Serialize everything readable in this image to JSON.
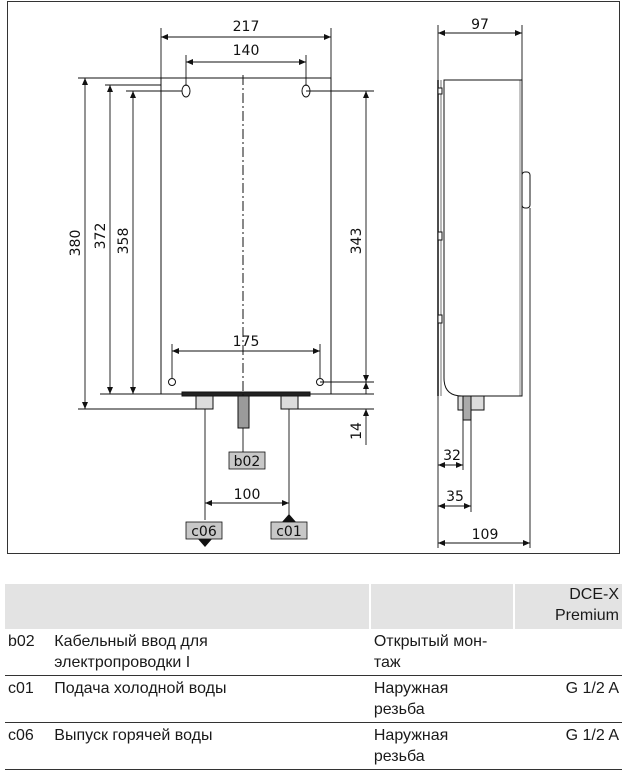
{
  "drawing": {
    "front_dims": {
      "width_total": "217",
      "hole_spacing_top": "140",
      "hole_spacing_bottom": "175",
      "connection_spacing": "100",
      "height_total": "380",
      "height_372": "372",
      "height_358": "358",
      "height_343": "343",
      "height_14": "14"
    },
    "side_dims": {
      "depth_top": "97",
      "offset_32": "32",
      "offset_35": "35",
      "depth_total": "109"
    },
    "labels": {
      "b02": "b02",
      "c01": "c01",
      "c06": "c06"
    }
  },
  "table": {
    "header": {
      "model_line1": "DCE-X",
      "model_line2": "Premium"
    },
    "rows": [
      {
        "code": "b02",
        "desc": [
          "Кабельный ввод для",
          "электропроводки I"
        ],
        "type": [
          "Открытый мон-",
          "таж"
        ],
        "value": ""
      },
      {
        "code": "c01",
        "desc": [
          "Подача холодной воды"
        ],
        "type": [
          "Наружная",
          "резьба"
        ],
        "value": "G 1/2 A"
      },
      {
        "code": "c06",
        "desc": [
          "Выпуск горячей воды"
        ],
        "type": [
          "Наружная",
          "резьба"
        ],
        "value": "G 1/2 A"
      }
    ]
  }
}
